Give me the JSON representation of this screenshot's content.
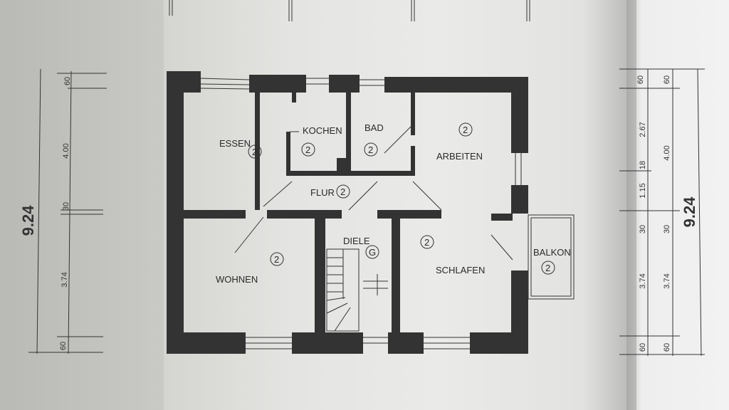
{
  "rooms": {
    "essen": {
      "name": "ESSEN",
      "mark": "2"
    },
    "kochen": {
      "name": "KOCHEN",
      "mark": "2"
    },
    "bad": {
      "name": "BAD",
      "mark": "2"
    },
    "arbeiten": {
      "name": "ARBEITEN",
      "mark": "2"
    },
    "flur": {
      "name": "FLUR",
      "mark": "2"
    },
    "diele": {
      "name": "DIELE",
      "mark": "G"
    },
    "wohnen": {
      "name": "WOHNEN",
      "mark": "2"
    },
    "schlafen": {
      "name": "SCHLAFEN",
      "mark": "2"
    },
    "balkon": {
      "name": "BALKON",
      "mark": "2"
    }
  },
  "dimensions_left": {
    "total": "9.24",
    "segments": [
      "60",
      "4.00",
      "30",
      "3.74",
      "60"
    ]
  },
  "dimensions_right": {
    "total": "9.24",
    "outer_segments": [
      "60",
      "2.67",
      "18",
      "1.15",
      "30",
      "3.74",
      "60"
    ],
    "inner_segments": [
      "60",
      "4.00",
      "30",
      "3.74",
      "60"
    ]
  }
}
